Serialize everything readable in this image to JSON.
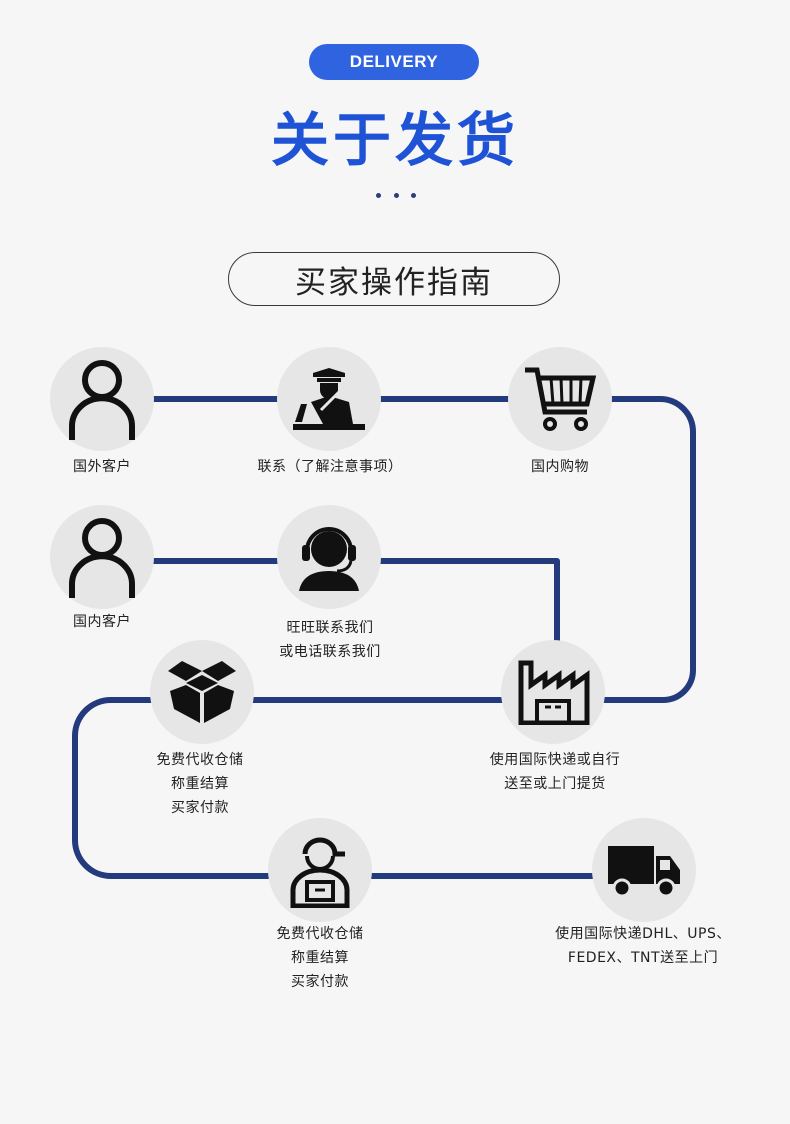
{
  "header": {
    "badge": "DELIVERY",
    "title": "关于发货",
    "guide_title": "买家操作指南"
  },
  "steps": [
    {
      "icon": "person-outline-icon",
      "lines": [
        "国外客户"
      ]
    },
    {
      "icon": "customs-officer-icon",
      "lines": [
        "联系（了解注意事项）"
      ]
    },
    {
      "icon": "shopping-cart-icon",
      "lines": [
        "国内购物"
      ]
    },
    {
      "icon": "person-outline-icon",
      "lines": [
        "国内客户"
      ]
    },
    {
      "icon": "headset-support-icon",
      "lines": [
        "旺旺联系我们",
        "或电话联系我们"
      ]
    },
    {
      "icon": "open-box-icon",
      "lines": [
        "免费代收仓储",
        "称重结算",
        "买家付款"
      ]
    },
    {
      "icon": "factory-icon",
      "lines": [
        "使用国际快递或自行",
        "送至或上门提货"
      ]
    },
    {
      "icon": "delivery-person-icon",
      "lines": [
        "免费代收仓储",
        "称重结算",
        "买家付款"
      ]
    },
    {
      "icon": "truck-icon",
      "lines": [
        "使用国际快递DHL、UPS、",
        "FEDEX、TNT送至上门"
      ]
    }
  ],
  "colors": {
    "accent": "#1f53d6",
    "badge": "#2f63e0",
    "line": "#233a7c",
    "circle": "#e6e6e6"
  }
}
